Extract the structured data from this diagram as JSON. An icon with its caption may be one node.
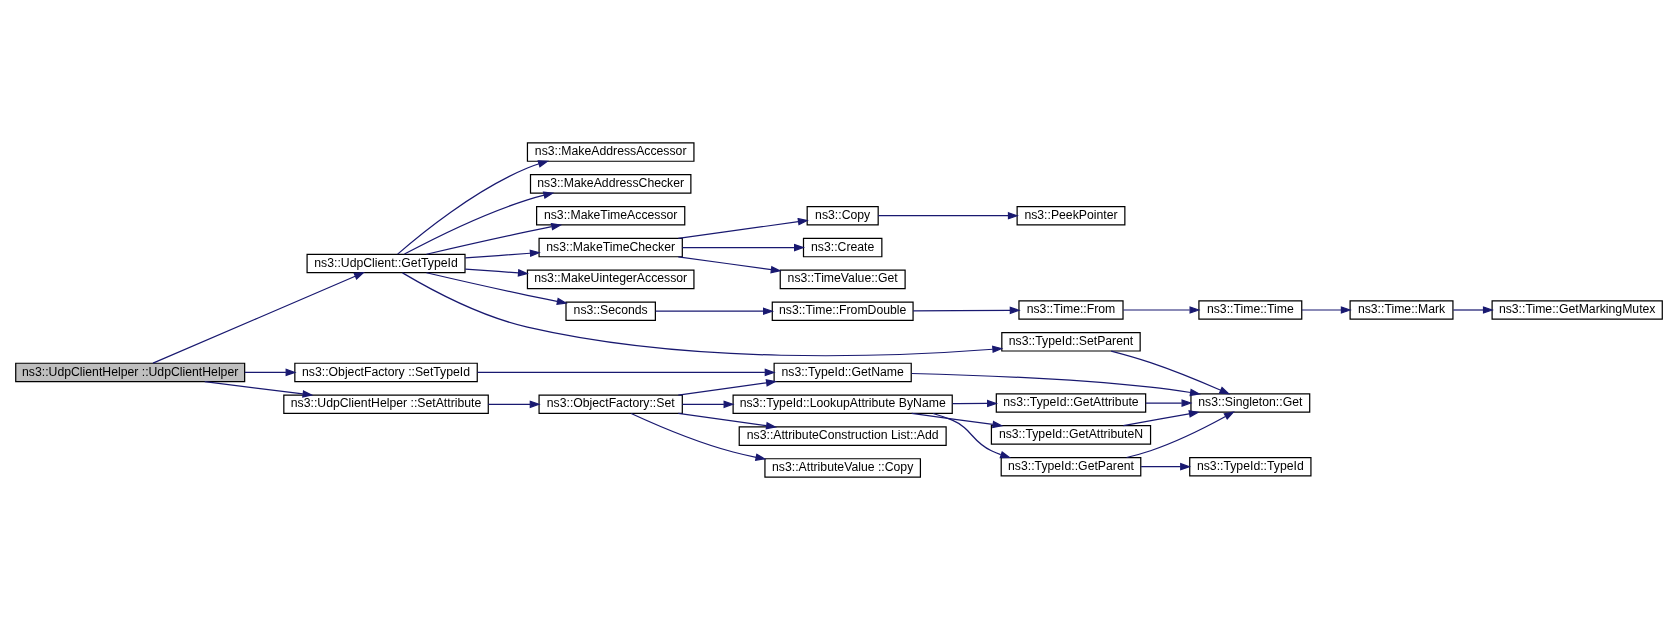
{
  "diagram": {
    "nodes": [
      {
        "text": [
          "ns3::UdpClientHelper ::UdpClientHelper"
        ]
      },
      {
        "text": [
          "ns3::UdpClient::GetTypeId"
        ]
      },
      {
        "text": [
          "ns3::ObjectFactory ::SetTypeId"
        ]
      },
      {
        "text": [
          "ns3::UdpClientHelper ::SetAttribute"
        ]
      },
      {
        "text": [
          "ns3::MakeAddressAccessor"
        ]
      },
      {
        "text": [
          "ns3::MakeAddressChecker"
        ]
      },
      {
        "text": [
          "ns3::MakeTimeAccessor"
        ]
      },
      {
        "text": [
          "ns3::MakeTimeChecker"
        ]
      },
      {
        "text": [
          "ns3::MakeUintegerAccessor"
        ]
      },
      {
        "text": [
          "ns3::Seconds"
        ]
      },
      {
        "text": [
          "ns3::TypeId::SetParent"
        ]
      },
      {
        "text": [
          "ns3::TypeId::GetName"
        ]
      },
      {
        "text": [
          "ns3::ObjectFactory::Set"
        ]
      },
      {
        "text": [
          "ns3::Copy"
        ]
      },
      {
        "text": [
          "ns3::Create"
        ]
      },
      {
        "text": [
          "ns3::TimeValue::Get"
        ]
      },
      {
        "text": [
          "ns3::Time::FromDouble"
        ]
      },
      {
        "text": [
          "ns3::PeekPointer"
        ]
      },
      {
        "text": [
          "ns3::Time::From"
        ]
      },
      {
        "text": [
          "ns3::Time::Time"
        ]
      },
      {
        "text": [
          "ns3::Time::Mark"
        ]
      },
      {
        "text": [
          "ns3::Time::GetMarkingMutex"
        ]
      },
      {
        "text": [
          "ns3::Singleton::Get"
        ]
      },
      {
        "text": [
          "ns3::TypeId::LookupAttribute ByName"
        ]
      },
      {
        "text": [
          "ns3::AttributeConstruction List::Add"
        ]
      },
      {
        "text": [
          "ns3::AttributeValue ::Copy"
        ]
      },
      {
        "text": [
          "ns3::TypeId::GetAttribute"
        ]
      },
      {
        "text": [
          "ns3::TypeId::GetAttributeN"
        ]
      },
      {
        "text": [
          "ns3::TypeId::GetParent"
        ]
      },
      {
        "text": [
          "ns3::TypeId::TypeId"
        ]
      }
    ],
    "edges": [
      {
        "from": 0,
        "to": 1,
        "arrow": "to"
      },
      {
        "from": 0,
        "to": 2,
        "arrow": "to"
      },
      {
        "from": 0,
        "to": 3,
        "arrow": "to"
      },
      {
        "from": 1,
        "to": 4,
        "arrow": "to"
      },
      {
        "from": 1,
        "to": 5,
        "arrow": "to"
      },
      {
        "from": 1,
        "to": 6,
        "arrow": "to"
      },
      {
        "from": 1,
        "to": 7,
        "arrow": "to"
      },
      {
        "from": 1,
        "to": 8,
        "arrow": "to"
      },
      {
        "from": 1,
        "to": 9,
        "arrow": "to"
      },
      {
        "from": 1,
        "to": 10,
        "arrow": "to"
      },
      {
        "from": 7,
        "to": 13,
        "arrow": "to"
      },
      {
        "from": 7,
        "to": 14,
        "arrow": "to"
      },
      {
        "from": 7,
        "to": 15,
        "arrow": "to"
      },
      {
        "from": 13,
        "to": 17,
        "arrow": "to"
      },
      {
        "from": 9,
        "to": 16,
        "arrow": "to"
      },
      {
        "from": 16,
        "to": 18,
        "arrow": "to"
      },
      {
        "from": 18,
        "to": 19,
        "arrow": "to"
      },
      {
        "from": 19,
        "to": 20,
        "arrow": "to"
      },
      {
        "from": 20,
        "to": 21,
        "arrow": "to"
      },
      {
        "from": 10,
        "to": 22,
        "arrow": "to"
      },
      {
        "from": 2,
        "to": 11,
        "arrow": "to"
      },
      {
        "from": 11,
        "to": 22,
        "arrow": "to"
      },
      {
        "from": 3,
        "to": 12,
        "arrow": "to"
      },
      {
        "from": 12,
        "to": 11,
        "arrow": "to"
      },
      {
        "from": 12,
        "to": 23,
        "arrow": "to"
      },
      {
        "from": 12,
        "to": 24,
        "arrow": "to"
      },
      {
        "from": 12,
        "to": 25,
        "arrow": "to"
      },
      {
        "from": 23,
        "to": 26,
        "arrow": "to"
      },
      {
        "from": 23,
        "to": 27,
        "arrow": "to"
      },
      {
        "from": 23,
        "to": 28,
        "arrow": "to"
      },
      {
        "from": 26,
        "to": 22,
        "arrow": "to"
      },
      {
        "from": 27,
        "to": 22,
        "arrow": "to"
      },
      {
        "from": 28,
        "to": 22,
        "arrow": "to"
      },
      {
        "from": 28,
        "to": 29,
        "arrow": "to"
      }
    ]
  }
}
